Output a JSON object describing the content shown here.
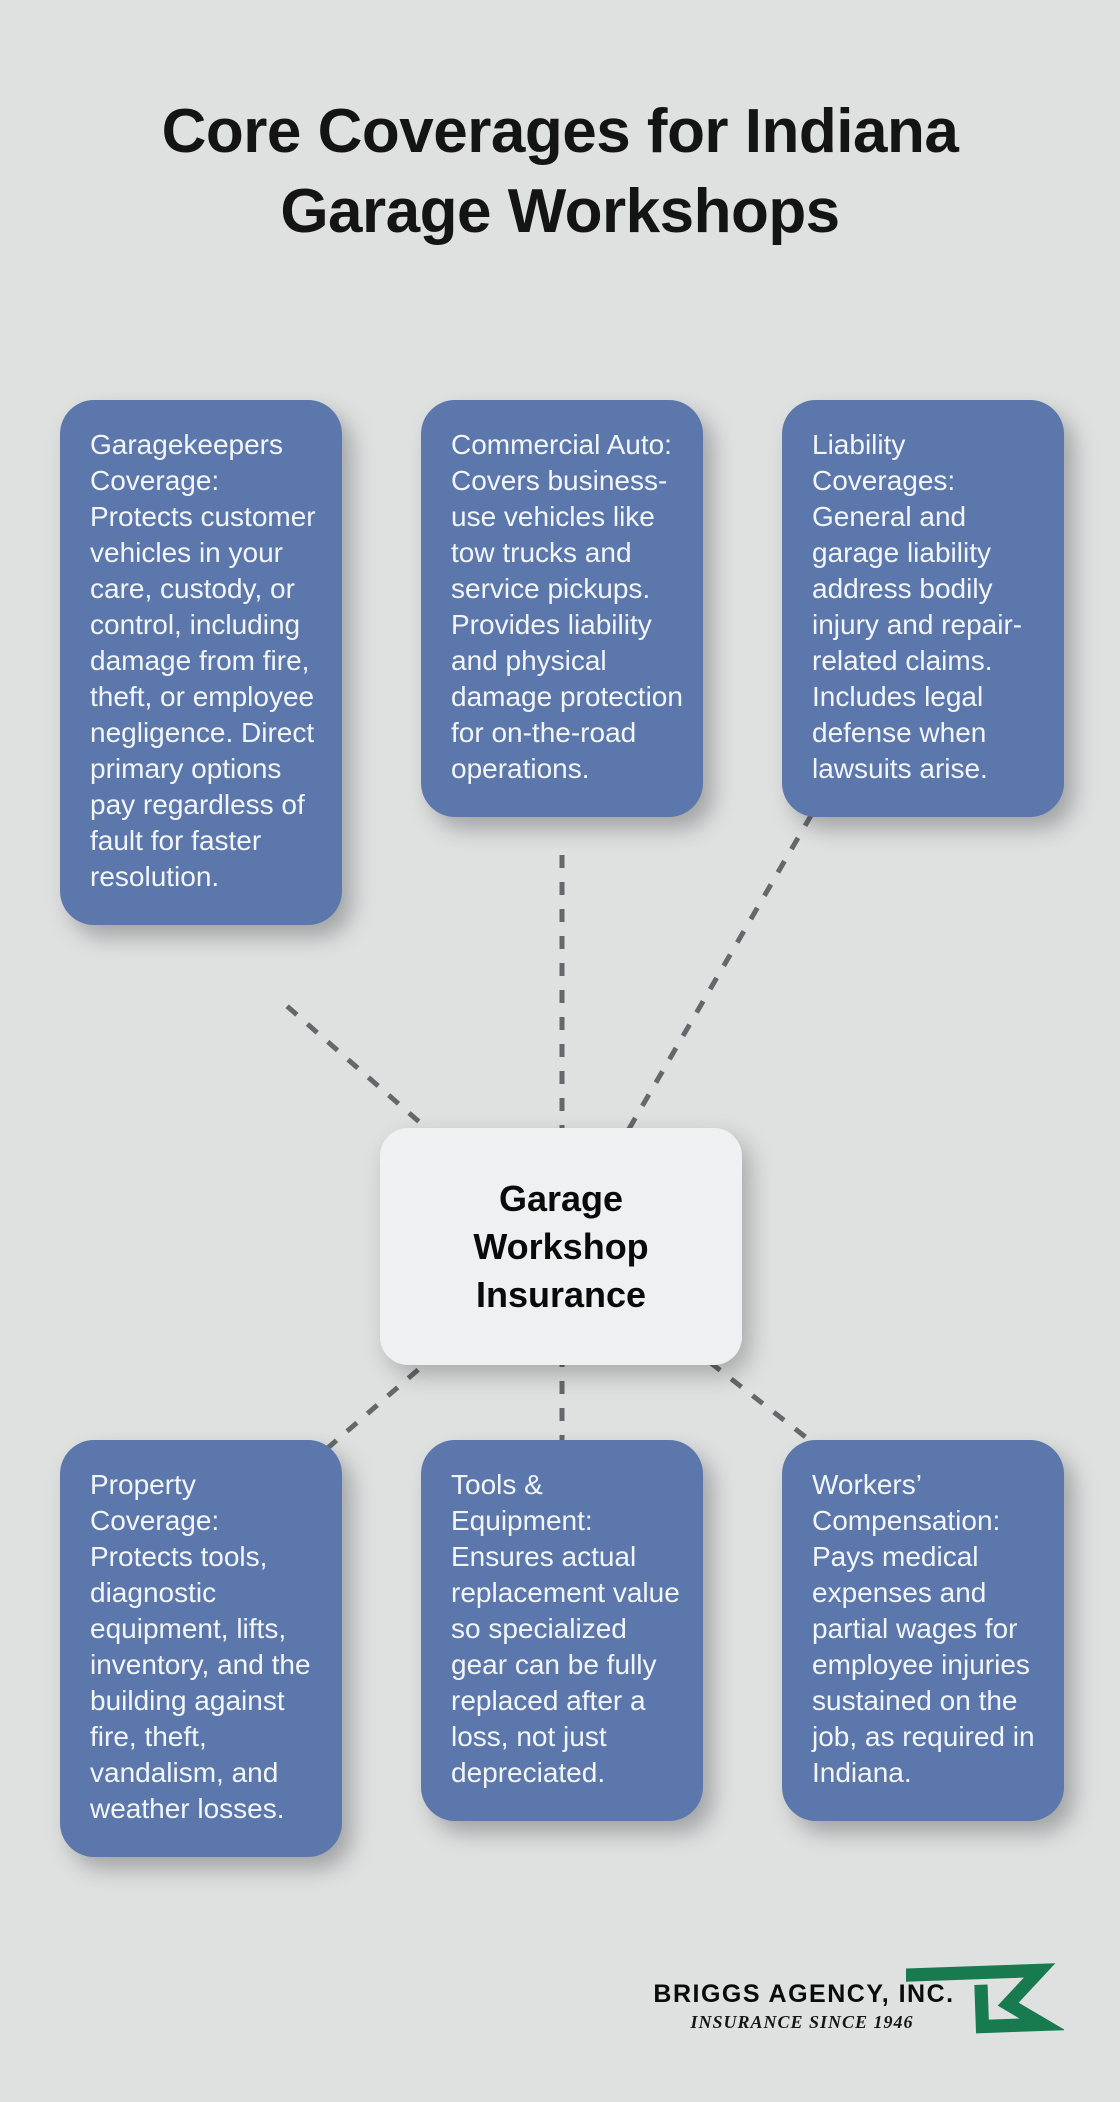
{
  "title": {
    "line1": "Core Coverages for Indiana",
    "line2": "Garage Workshops",
    "full": "Core Coverages for Indiana Garage Workshops"
  },
  "center": {
    "label": "Garage Workshop Insurance"
  },
  "cards": {
    "top": [
      {
        "text": "Garagekeepers Coverage: Protects customer vehicles in your care, custody, or control, including damage from fire, theft, or employee negligence. Direct primary options pay regardless of fault for faster resolution."
      },
      {
        "text": "Commercial Auto: Covers business-use vehicles like tow trucks and service pickups. Provides liability and physical damage protection for on-the-road operations."
      },
      {
        "text": "Liability Coverages: General and garage liability address bodily injury and repair-related claims. Includes legal defense when lawsuits arise."
      }
    ],
    "bottom": [
      {
        "text": "Property Coverage: Protects tools, diagnostic equipment, lifts, inventory, and the building against fire, theft, vandalism, and weather losses."
      },
      {
        "text": "Tools & Equipment: Ensures actual replacement value so specialized gear can be fully replaced after a loss, not just depreciated."
      },
      {
        "text": "Workers’ Compensation: Pays medical expenses and partial wages for employee injuries sustained on the job, as required in Indiana."
      }
    ]
  },
  "footer": {
    "brand": "BRIGGS AGENCY, INC.",
    "tagline": "INSURANCE SINCE 1946"
  },
  "colors": {
    "background": "#dfe1e1",
    "card_blue": "#5b77ac",
    "card_text": "#f3f6f8",
    "center_bg": "#eef0f1",
    "connector_gray": "#64686b",
    "logo_green": "#187a4f",
    "title_black": "#141414"
  }
}
